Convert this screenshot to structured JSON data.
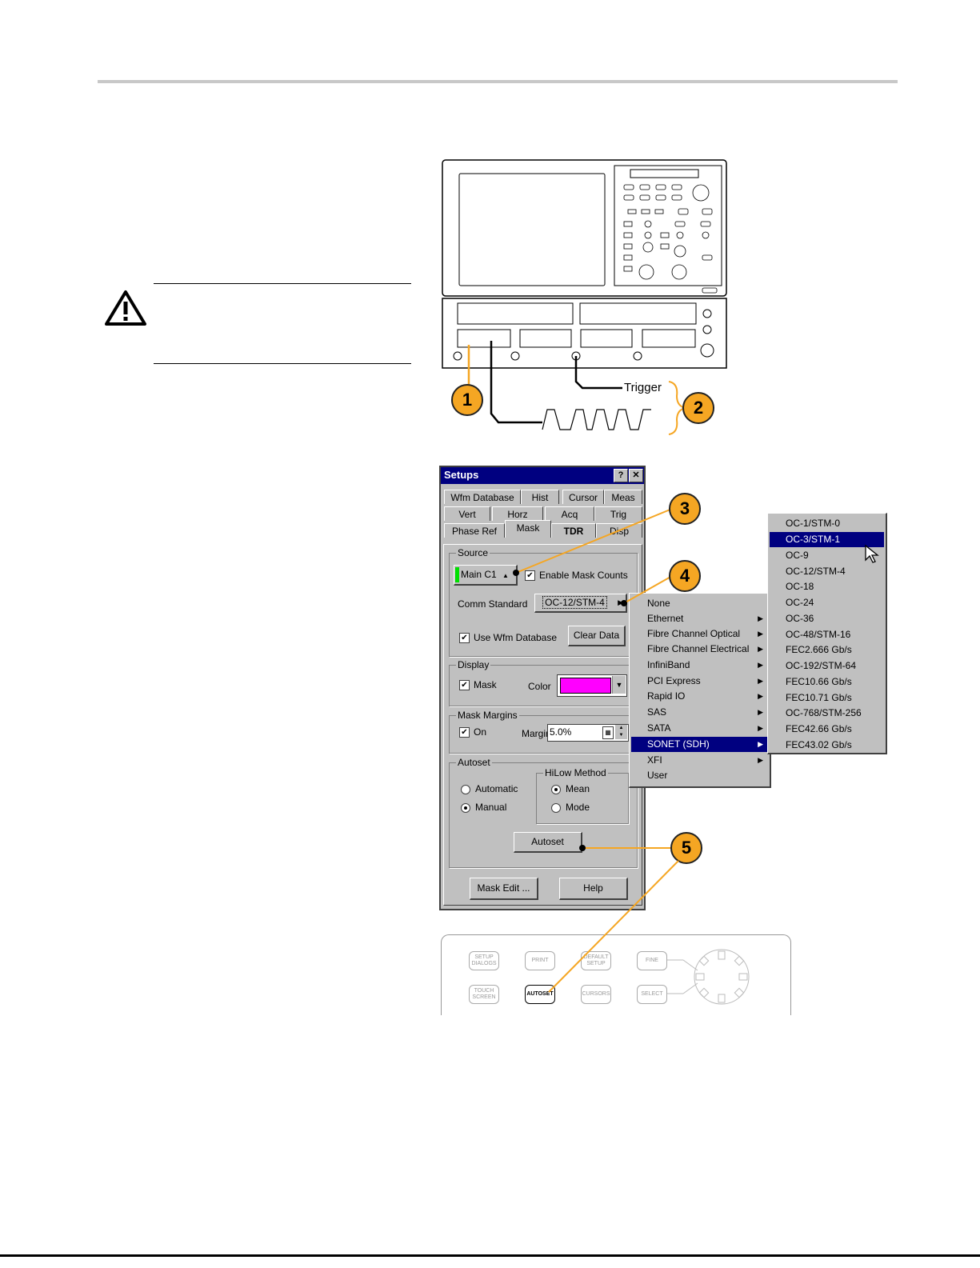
{
  "instrument": {
    "trigger_label": "Trigger",
    "callouts": [
      "1",
      "2",
      "3",
      "4",
      "5"
    ]
  },
  "caution": {
    "icon": "warning-triangle-icon"
  },
  "dialog": {
    "title": "Setups",
    "help_btn": "?",
    "close_btn": "✕",
    "tabs_row1": [
      "Wfm Database",
      "Hist",
      "Cursor",
      "Meas"
    ],
    "tabs_row2": [
      "Vert",
      "Horz",
      "Acq",
      "Trig"
    ],
    "tabs_row3": [
      "Phase Ref",
      "Mask",
      "TDR",
      "Disp"
    ],
    "active_tab": "Mask",
    "source": {
      "label": "Source",
      "source_btn": "Main C1",
      "enable_mask_counts": "Enable Mask Counts",
      "comm_standard_label": "Comm Standard",
      "comm_standard_value": "OC-12/STM-4",
      "use_wfm_database": "Use Wfm Database",
      "clear_data": "Clear Data"
    },
    "display": {
      "label": "Display",
      "mask": "Mask",
      "color_label": "Color",
      "color_value": "#ff00ff"
    },
    "margins": {
      "label": "Mask Margins",
      "on": "On",
      "margin_label": "Margin",
      "margin_value": "5.0%"
    },
    "autoset": {
      "label": "Autoset",
      "automatic": "Automatic",
      "manual": "Manual",
      "hilow_label": "HiLow Method",
      "mean": "Mean",
      "mode": "Mode",
      "autoset_btn": "Autoset"
    },
    "mask_edit_btn": "Mask Edit ...",
    "help_btn_bottom": "Help"
  },
  "menu1": {
    "items": [
      "None",
      "Ethernet",
      "Fibre Channel Optical",
      "Fibre Channel Electrical",
      "InfiniBand",
      "PCI Express",
      "Rapid IO",
      "SAS",
      "SATA",
      "SONET (SDH)",
      "XFI",
      "User"
    ],
    "selected": "SONET (SDH)"
  },
  "menu2": {
    "items": [
      "OC-1/STM-0",
      "OC-3/STM-1",
      "OC-9",
      "OC-12/STM-4",
      "OC-18",
      "OC-24",
      "OC-36",
      "OC-48/STM-16",
      "FEC2.666 Gb/s",
      "OC-192/STM-64",
      "FEC10.66 Gb/s",
      "FEC10.71 Gb/s",
      "OC-768/STM-256",
      "FEC42.66 Gb/s",
      "FEC43.02 Gb/s"
    ],
    "selected": "OC-3/STM-1"
  },
  "front_panel": {
    "setup_dialogs": "SETUP DIALOGS",
    "print": "PRINT",
    "default_setup": "DEFAULT SETUP",
    "fine": "FINE",
    "touch_screen": "TOUCH SCREEN",
    "autoset": "AUTOSET",
    "cursors": "CURSORS",
    "select": "SELECT"
  },
  "colors": {
    "accent": "#f5a623",
    "title": "#000080",
    "highlight": "#000080",
    "source_indicator": "#00e000"
  }
}
